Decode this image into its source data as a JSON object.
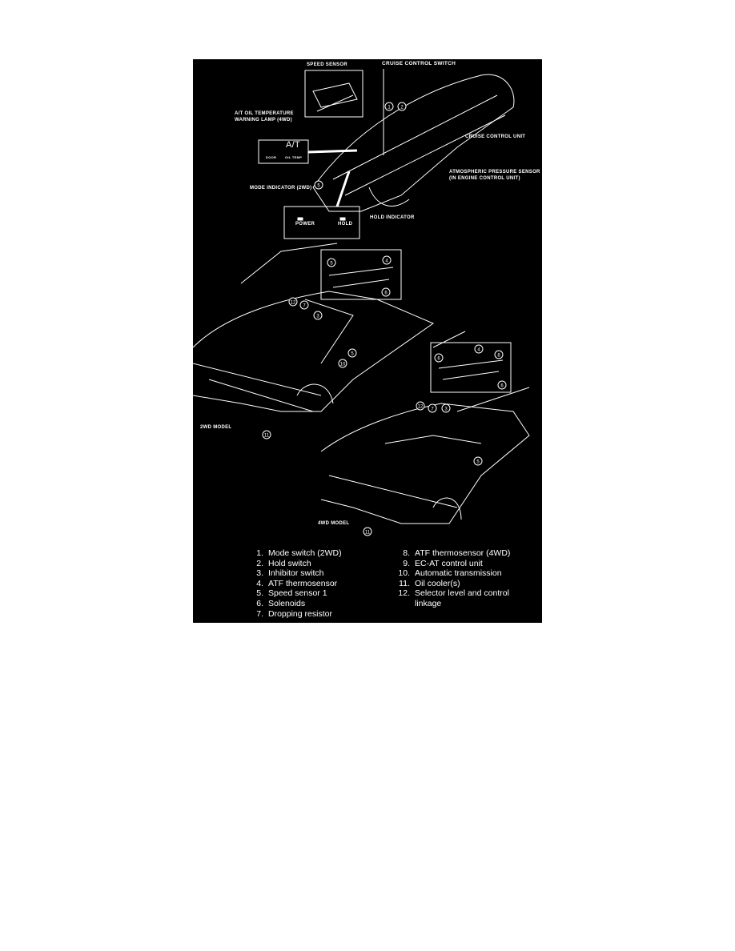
{
  "figure": {
    "labels": {
      "speed_sensor": "SPEED SENSOR",
      "cruise_control_switch": "CRUISE CONTROL SWITCH",
      "oil_temp_lamp_1": "A/T OIL TEMPERATURE",
      "oil_temp_lamp_2": "WARNING LAMP (4WD)",
      "cruise_control_unit": "CRUISE CONTROL UNIT",
      "atm_sensor_1": "ATMOSPHERIC PRESSURE SENSOR",
      "atm_sensor_2": "(IN ENGINE CONTROL UNIT)",
      "mode_indicator": "MODE INDICATOR (2WD)",
      "hold_indicator": "HOLD INDICATOR",
      "power": "POWER",
      "hold": "HOLD",
      "at": "A/T",
      "door": "DOOR",
      "oil_temp": "OIL TEMP",
      "model_2wd": "2WD MODEL",
      "model_4wd": "4WD MODEL"
    },
    "callouts": [
      "1",
      "2",
      "5",
      "12",
      "7",
      "3",
      "4",
      "5",
      "6",
      "10",
      "5",
      "11",
      "6",
      "4",
      "8",
      "6",
      "12",
      "7",
      "3",
      "5",
      "11"
    ]
  },
  "legend": {
    "left": [
      {
        "n": "1.",
        "t": "Mode switch (2WD)"
      },
      {
        "n": "2.",
        "t": "Hold switch"
      },
      {
        "n": "3.",
        "t": "Inhibitor switch"
      },
      {
        "n": "4.",
        "t": "ATF thermosensor"
      },
      {
        "n": "5.",
        "t": "Speed sensor 1"
      },
      {
        "n": "6.",
        "t": "Solenoids"
      },
      {
        "n": "7.",
        "t": "Dropping resistor"
      }
    ],
    "right": [
      {
        "n": "8.",
        "t": "ATF thermosensor (4WD)"
      },
      {
        "n": "9.",
        "t": "EC-AT control unit"
      },
      {
        "n": "10.",
        "t": "Automatic transmission"
      },
      {
        "n": "11.",
        "t": "Oil cooler(s)"
      },
      {
        "n": "12.",
        "t": "Selector level and control"
      }
    ],
    "right_cont": "linkage"
  }
}
